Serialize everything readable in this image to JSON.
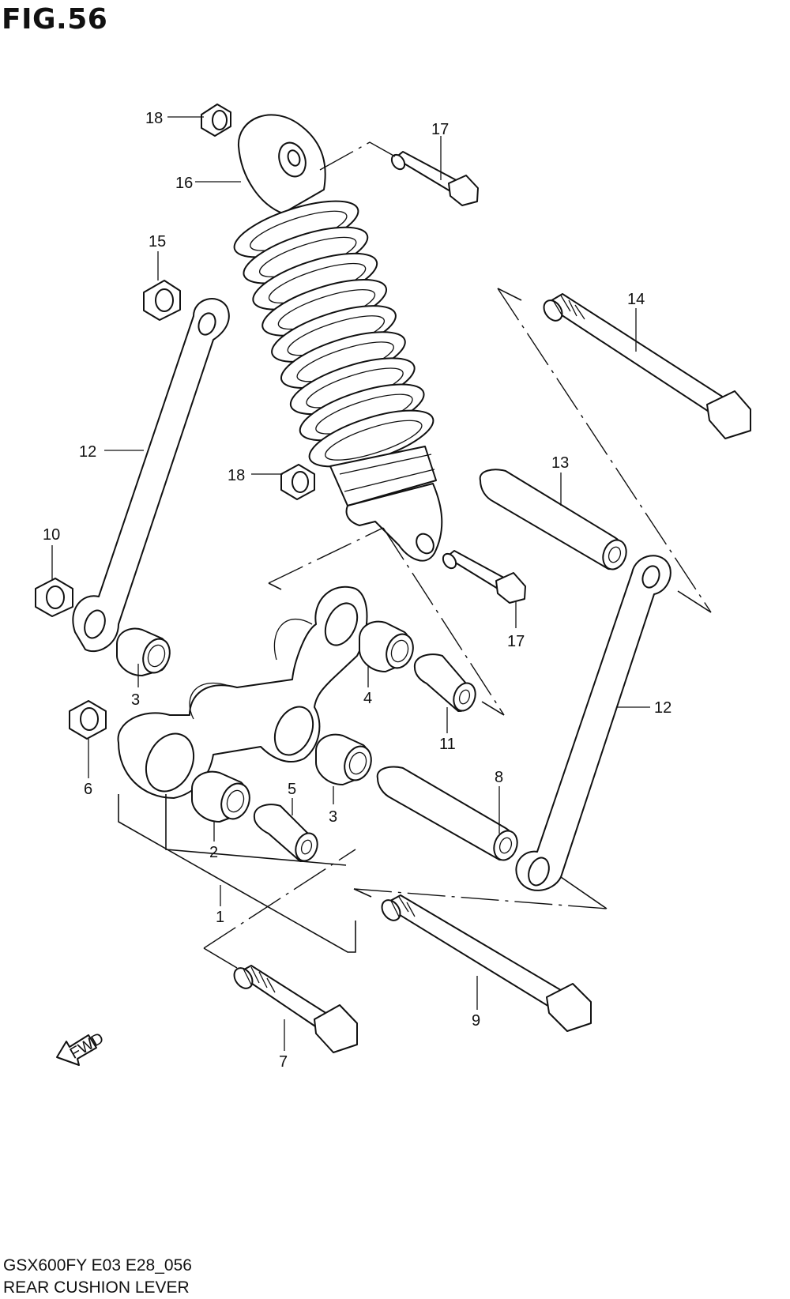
{
  "figure": {
    "title": "FIG.56"
  },
  "footer": {
    "model_code": "GSX600FY E03 E28_056",
    "section_name": "REAR CUSHION LEVER"
  },
  "callouts": [
    {
      "id": "c1",
      "label": "1"
    },
    {
      "id": "c2",
      "label": "2"
    },
    {
      "id": "c3a",
      "label": "3"
    },
    {
      "id": "c3b",
      "label": "3"
    },
    {
      "id": "c4",
      "label": "4"
    },
    {
      "id": "c5",
      "label": "5"
    },
    {
      "id": "c6",
      "label": "6"
    },
    {
      "id": "c7",
      "label": "7"
    },
    {
      "id": "c8",
      "label": "8"
    },
    {
      "id": "c9",
      "label": "9"
    },
    {
      "id": "c10",
      "label": "10"
    },
    {
      "id": "c11",
      "label": "11"
    },
    {
      "id": "c12a",
      "label": "12"
    },
    {
      "id": "c12b",
      "label": "12"
    },
    {
      "id": "c13",
      "label": "13"
    },
    {
      "id": "c14",
      "label": "14"
    },
    {
      "id": "c15",
      "label": "15"
    },
    {
      "id": "c16",
      "label": "16"
    },
    {
      "id": "c17a",
      "label": "17"
    },
    {
      "id": "c17b",
      "label": "17"
    },
    {
      "id": "c18a",
      "label": "18"
    },
    {
      "id": "c18b",
      "label": "18"
    }
  ],
  "fwd_marker": {
    "text": "FWD"
  }
}
